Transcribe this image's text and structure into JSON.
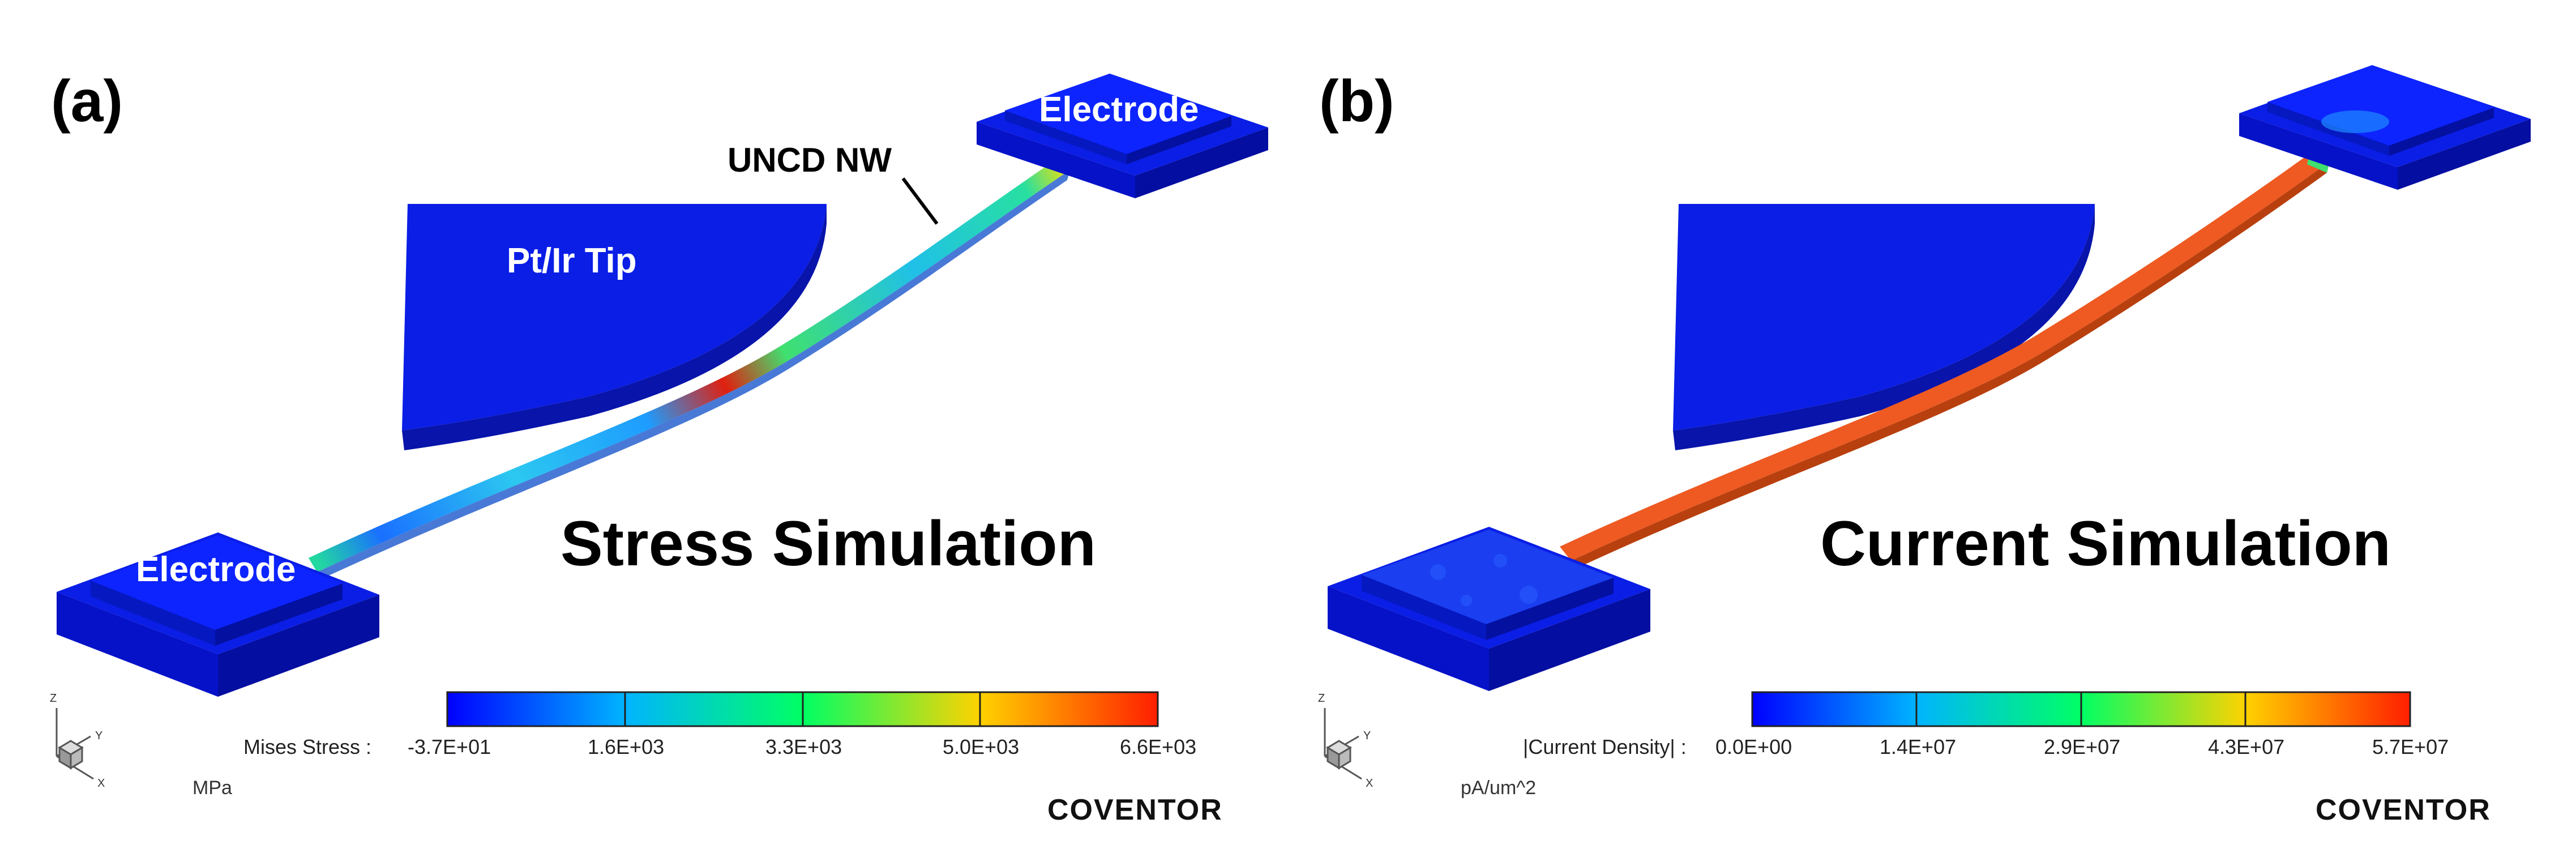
{
  "panel_a": {
    "letter": "(a)",
    "title": "Stress Simulation",
    "labels": {
      "electrode_top": "Electrode",
      "electrode_bottom": "Electrode",
      "tip": "Pt/Ir Tip",
      "nanowire": "UNCD NW"
    },
    "colorbar": {
      "title": "Mises Stress :",
      "ticks": [
        "-3.7E+01",
        "1.6E+03",
        "3.3E+03",
        "5.0E+03",
        "6.6E+03"
      ],
      "units": "MPa"
    },
    "brand": "COVENTOR"
  },
  "panel_b": {
    "letter": "(b)",
    "title": "Current Simulation",
    "colorbar": {
      "title": "|Current Density| :",
      "ticks": [
        "0.0E+00",
        "1.4E+07",
        "2.9E+07",
        "4.3E+07",
        "5.7E+07"
      ],
      "units": "pA/um^2"
    },
    "brand": "COVENTOR"
  },
  "axis_triad": {
    "z": "Z",
    "y": "Y",
    "x": "X"
  },
  "colors": {
    "structure_blue": "#0a1ee6",
    "structure_side": "#0a14b4",
    "current_wire": "#e8531e",
    "scale": [
      "#0000ff",
      "#00c8ff",
      "#00ff60",
      "#ffe000",
      "#ff0000"
    ]
  }
}
